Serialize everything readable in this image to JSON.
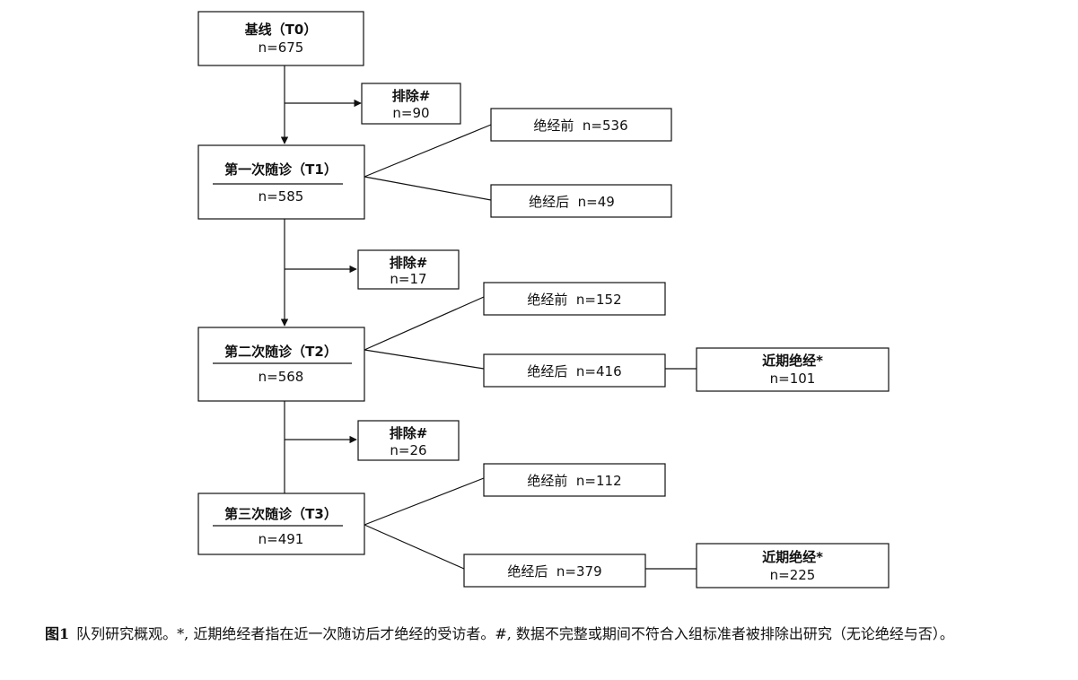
{
  "nodes": {
    "t0": {
      "title": "基线（T0）",
      "n": "n=675"
    },
    "ex1": {
      "title": "排除#",
      "n": "n=90"
    },
    "t1": {
      "title": "第一次随诊（T1）",
      "n": "n=585"
    },
    "t1_pre": {
      "text": "绝经前  n=536"
    },
    "t1_post": {
      "text": "绝经后  n=49"
    },
    "ex2": {
      "title": "排除#",
      "n": "n=17"
    },
    "t2": {
      "title": "第二次随诊（T2）",
      "n": "n=568"
    },
    "t2_pre": {
      "text": "绝经前  n=152"
    },
    "t2_post": {
      "text": "绝经后  n=416"
    },
    "t2_recent": {
      "title": "近期绝经*",
      "n": "n=101"
    },
    "ex3": {
      "title": "排除#",
      "n": "n=26"
    },
    "t3": {
      "title": "第三次随诊（T3）",
      "n": "n=491"
    },
    "t3_pre": {
      "text": "绝经前  n=112"
    },
    "t3_post": {
      "text": "绝经后  n=379"
    },
    "t3_recent": {
      "title": "近期绝经*",
      "n": "n=225"
    }
  },
  "caption": {
    "label": "图1",
    "text": "队列研究概观。*, 近期绝经者指在近一次随访后才绝经的受访者。#, 数据不完整或期间不符合入组标准者被排除出研究（无论绝经与否）。"
  }
}
